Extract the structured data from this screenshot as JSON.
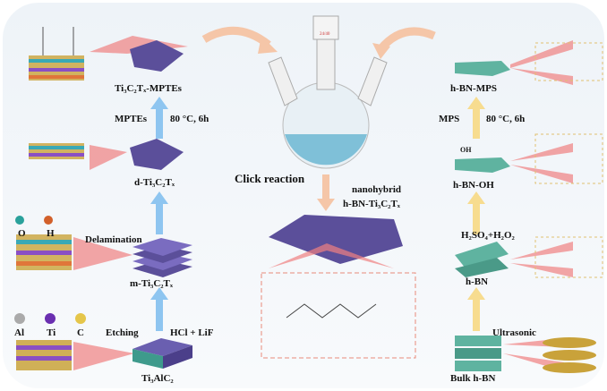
{
  "left": {
    "mxene_mptes": "Ti₃C₂Tₓ-MPTEs",
    "reagent_mptes": "MPTEs",
    "cond_mptes": "80 °C, 6h",
    "d_mxene": "d-Ti₃C₂Tₓ",
    "legend_o": "O",
    "legend_h": "H",
    "delamination": "Delamination",
    "m_mxene": "m-Ti₃C₂Tₓ",
    "legend_al": "Al",
    "legend_ti": "Ti",
    "legend_c": "C",
    "etching": "Etching",
    "etchant": "HCl + LiF",
    "max_phase": "Ti₃AlC₂"
  },
  "center": {
    "flask_mark": "24/40",
    "click_reaction": "Click reaction",
    "nanohybrid": "nanohybrid",
    "hybrid_name": "h-BN-Ti₃C₂Tₓ"
  },
  "right": {
    "hbn_mps": "h-BN-MPS",
    "reagent_mps": "MPS",
    "cond_mps": "80 °C, 6h",
    "oh_label": "OH",
    "hbn_oh": "h-BN-OH",
    "oxidant": "H₂SO₄+H₂O₂",
    "hbn": "h-BN",
    "ultrasonic": "Ultrasonic",
    "bulk_hbn": "Bulk h-BN"
  },
  "colors": {
    "mxene_sheet": "#5b4f9a",
    "hbn_sheet": "#5fb3a0",
    "left_arrow": "#8ec5f0",
    "right_arrow": "#f7dc8f",
    "curved_arrow": "#f5c6a8",
    "zoom_wedge": "#f08080",
    "dashed_box": "#e88a7a"
  }
}
